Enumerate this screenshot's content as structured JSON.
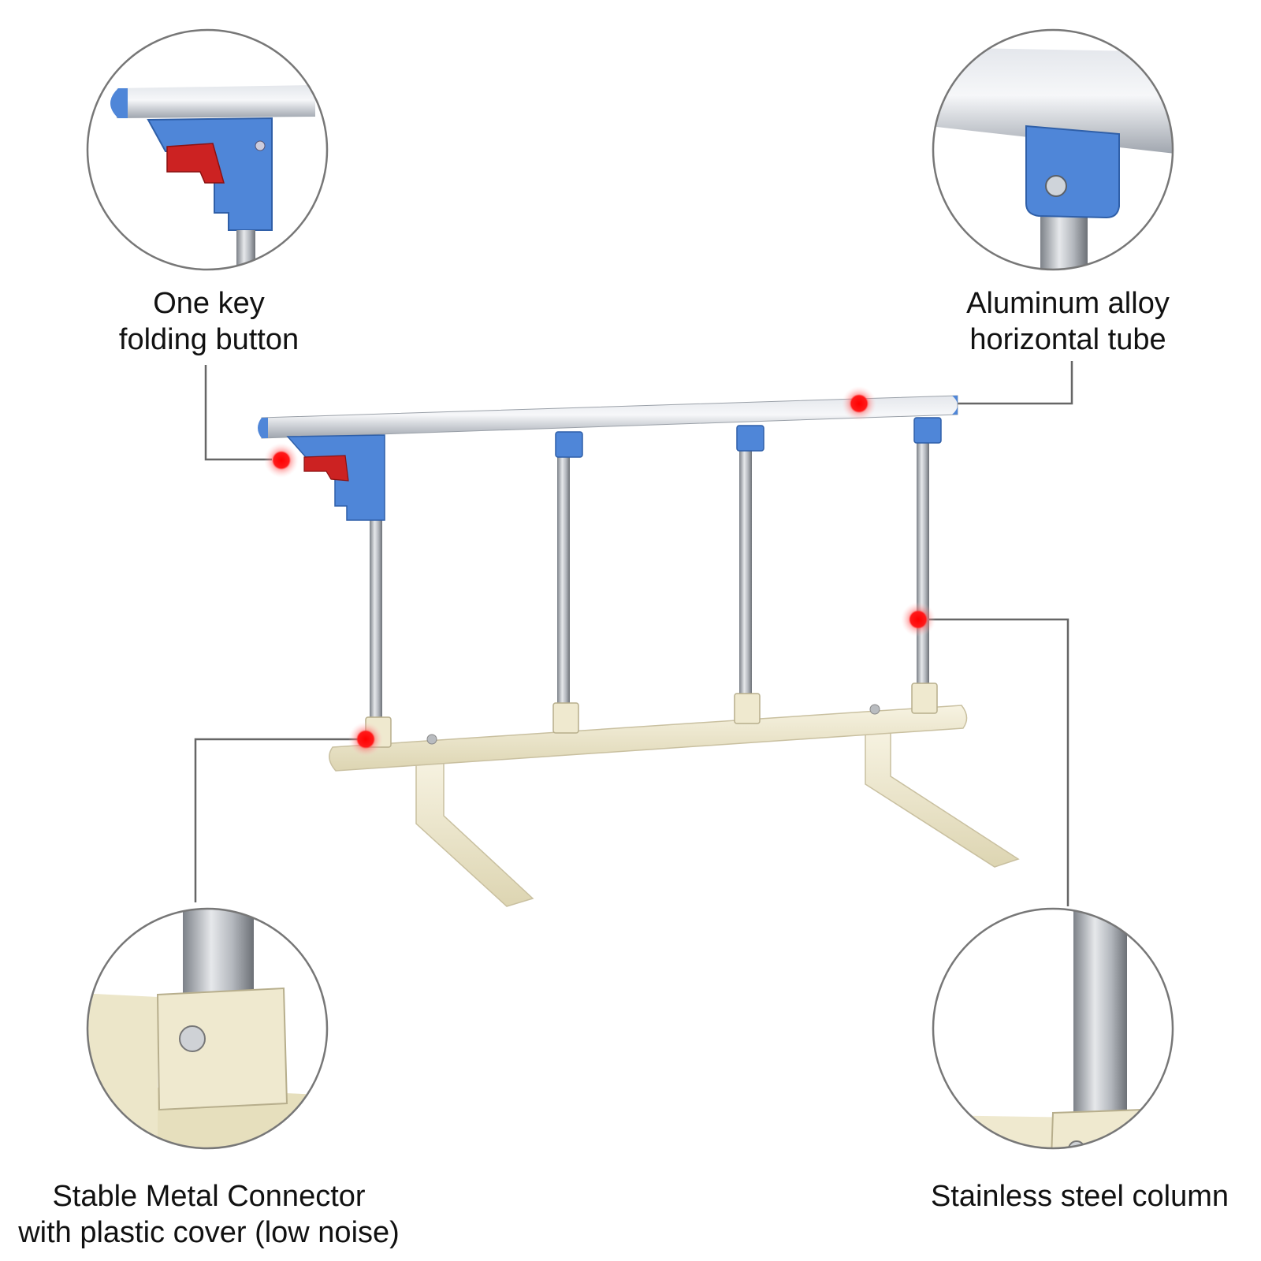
{
  "callouts": {
    "top_left": {
      "line1": "One key",
      "line2": "folding button"
    },
    "top_right": {
      "line1": "Aluminum alloy",
      "line2": "horizontal tube"
    },
    "bottom_left": {
      "line1": "Stable Metal Connector",
      "line2": "with plastic cover (low noise)"
    },
    "bottom_right": {
      "line1": "Stainless steel column"
    }
  },
  "colors": {
    "background": "#ffffff",
    "aluminum": "#c9ced6",
    "blue_plastic": "#4f86d8",
    "red_button": "#cc2222",
    "steel": "#a9adb3",
    "beige_base": "#efe9cf",
    "marker": "#ee1111",
    "leader_line": "#666666",
    "circle_border": "#777777"
  },
  "icons": [
    "red-dot-marker",
    "detail-circle"
  ]
}
